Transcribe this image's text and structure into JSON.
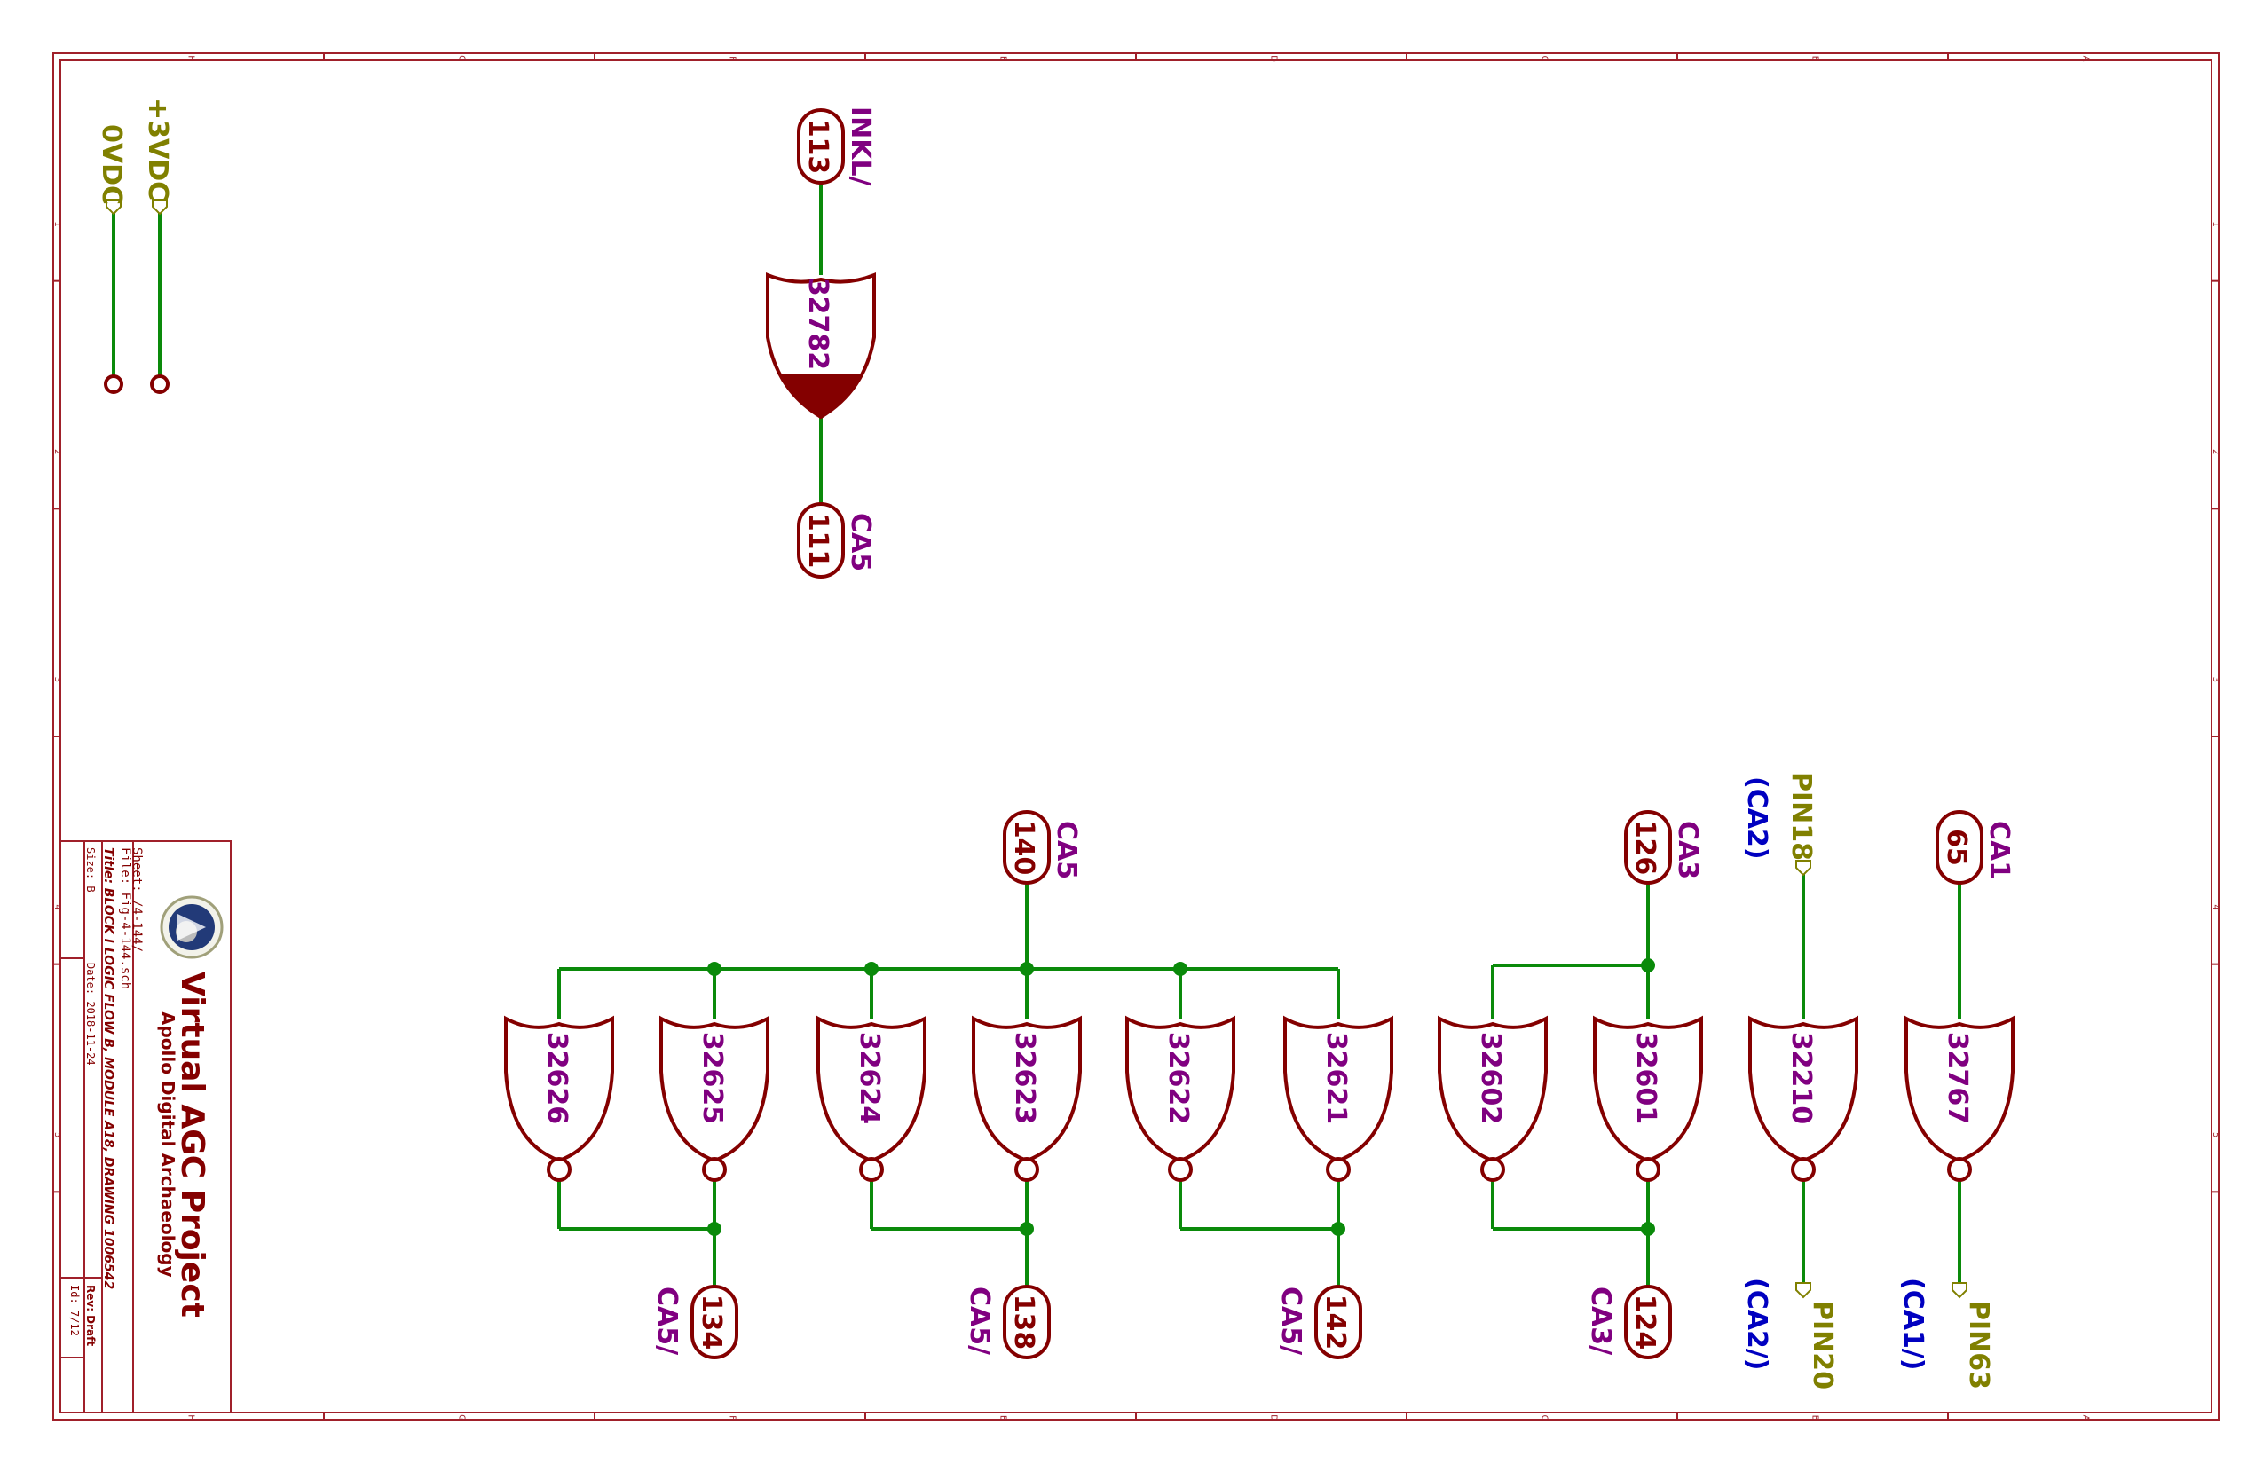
{
  "title_block": {
    "project": "Virtual AGC Project",
    "org": "Apollo Digital Archaeology",
    "sheet": "Sheet: /4-144/",
    "file": "File: Fig-4-144.sch",
    "title": "Title: BLOCK I LOGIC FLOW B, MODULE A18, DRAWING 1006542",
    "size": "Size: B",
    "date": "Date: 2018-11-24",
    "rev": "Rev: Draft",
    "id": "Id: 7/12",
    "logo_name": "apollo-logo-icon"
  },
  "border": {
    "col_letters": [
      "H",
      "G",
      "F",
      "E",
      "D",
      "C",
      "B",
      "A"
    ],
    "row_numbers": [
      "1",
      "2",
      "3",
      "4",
      "5"
    ]
  },
  "power": {
    "vcc": "+3VDC",
    "gnd": "0VDC"
  },
  "top_circuit": {
    "in_pin": "113",
    "in_label": "INKL/",
    "gate": "32782",
    "out_pin": "111",
    "out_label": "CA5"
  },
  "inputs": [
    {
      "pin": "140",
      "label": "CA5"
    },
    {
      "pin": "126",
      "label": "CA3"
    },
    {
      "pin": "65",
      "label": "CA1"
    }
  ],
  "gates": [
    "32626",
    "32625",
    "32624",
    "32623",
    "32622",
    "32621",
    "32602",
    "32601",
    "32210",
    "32767"
  ],
  "outputs": [
    {
      "pin": "134",
      "label": "CA5/"
    },
    {
      "pin": "138",
      "label": "CA5/"
    },
    {
      "pin": "142",
      "label": "CA5/"
    },
    {
      "pin": "124",
      "label": "CA3/"
    }
  ],
  "connectors": [
    {
      "pin": "PIN18",
      "signal": "(CA2)"
    },
    {
      "pin": "PIN20",
      "signal": "(CA2/)"
    },
    {
      "pin": "PIN63",
      "signal": "(CA1/)"
    }
  ],
  "colors": {
    "border": "#a0202a",
    "wire": "#0a8a0a",
    "gate": "#840000",
    "label_purple": "#800080",
    "label_olive": "#808000",
    "label_blue": "#0000c0"
  }
}
